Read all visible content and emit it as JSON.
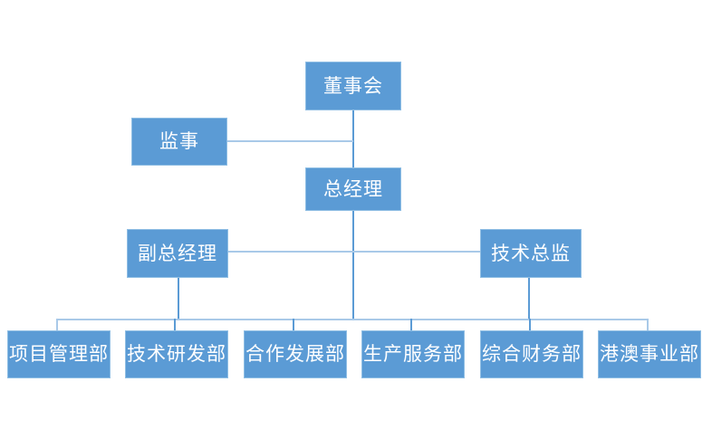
{
  "chart_title": "",
  "theme": {
    "node_fill": "#5B9BD5",
    "node_border": "#8FBEE4",
    "node_text": "#FFFFFF",
    "connector": "#5B9BD5",
    "connector_light": "#A9C9E8",
    "background": "#FFFFFF"
  },
  "nodes": {
    "board": {
      "label": "董事会",
      "level": 0
    },
    "supervisor": {
      "label": "监事",
      "level": 1
    },
    "general_manager": {
      "label": "总经理",
      "level": 1
    },
    "deputy_general_manager": {
      "label": "副总经理",
      "level": 2
    },
    "technical_director": {
      "label": "技术总监",
      "level": 2
    },
    "departments": [
      {
        "label": "项目管理部"
      },
      {
        "label": "技术研发部"
      },
      {
        "label": "合作发展部"
      },
      {
        "label": "生产服务部"
      },
      {
        "label": "综合财务部"
      },
      {
        "label": "港澳事业部"
      }
    ]
  }
}
